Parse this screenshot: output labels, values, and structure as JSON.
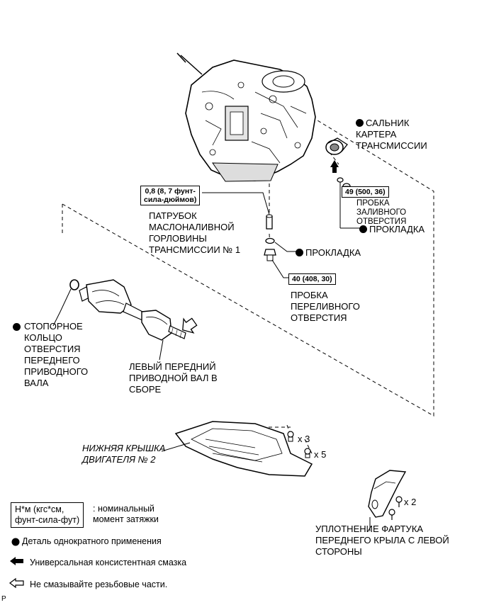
{
  "labels": {
    "oil_seal": "САЛЬНИК\nКАРТЕРА\nТРАНСМИССИИ",
    "torque_refill_plug": "49 (500, 36)",
    "refill_plug": "ПРОБКА\nЗАЛИВНОГО\nОТВЕРСТИЯ",
    "gasket_upper": "ПРОКЛАДКА",
    "torque_filler_tube": "0,8 (8, 7 фунт-\nсила-дюймов)",
    "filler_tube": "ПАТРУБОК\nМАСЛОНАЛИВНОЙ\nГОРЛОВИНЫ\nТРАНСМИССИИ № 1",
    "gasket_lower": "ПРОКЛАДКА",
    "torque_overflow_plug": "40 (408, 30)",
    "overflow_plug": "ПРОБКА\nПЕРЕЛИВНОГО\nОТВЕРСТИЯ",
    "snap_ring": "СТОПОРНОЕ\nКОЛЬЦО\nОТВЕРСТИЯ\nПЕРЕДНЕГО\nПРИВОДНОГО\nВАЛА",
    "drive_shaft": "ЛЕВЫЙ ПЕРЕДНИЙ\nПРИВОДНОЙ ВАЛ В\nСБОРЕ",
    "under_cover": "НИЖНЯЯ КРЫШКА\nДВИГАТЕЛЯ № 2",
    "qty_x3": "x 3",
    "qty_x5": "x 5",
    "qty_x2": "x 2",
    "fender_seal": "УПЛОТНЕНИЕ ФАРТУКА\nПЕРЕДНЕГО КРЫЛА С ЛЕВОЙ\nСТОРОНЫ",
    "corner_mark": "P"
  },
  "legend": {
    "torque_units": "Н*м (кгс*см,\nфунт-сила-фут)",
    "torque_desc": ": номинальный\nмомент затяжки",
    "non_reusable": "Деталь однократного применения",
    "grease": "Универсальная консистентная смазка",
    "no_grease": "Не смазывайте резьбовые части."
  }
}
